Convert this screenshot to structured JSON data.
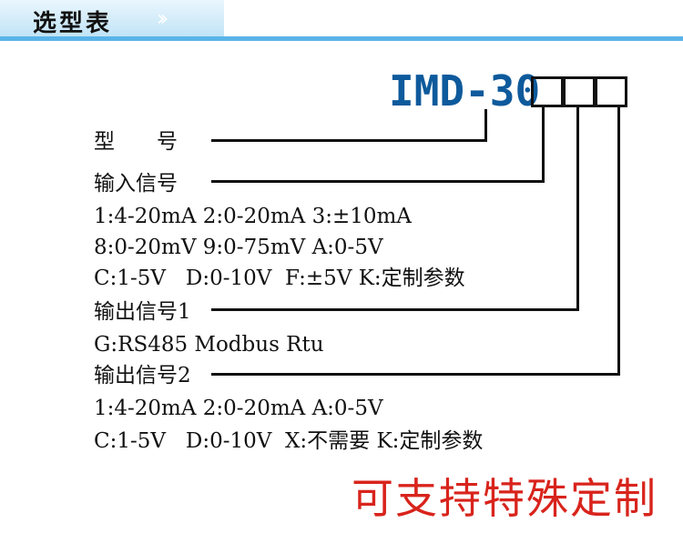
{
  "header": {
    "title": "选型表",
    "chevrons": "››"
  },
  "model_code": "IMD-30",
  "code_boxes": 3,
  "fields": {
    "model_label": "型　　号",
    "input_label": "输入信号",
    "input_opt1": "1:4-20mA 2:0-20mA 3:±10mA",
    "input_opt2": "8:0-20mV 9:0-75mV A:0-5V",
    "input_opt3": "C:1-5V   D:0-10V  F:±5V K:定制参数",
    "output1_label": "输出信号1",
    "output1_opt1": "G:RS485 Modbus Rtu",
    "output2_label": "输出信号2",
    "output2_opt1": "1:4-20mA 2:0-20mA A:0-5V",
    "output2_opt2": "C:1-5V   D:0-10V  X:不需要 K:定制参数"
  },
  "custom_note": "可支持特殊定制",
  "colors": {
    "accent_blue": "#0e5a9c",
    "header_line": "#5ab4e8",
    "note_red": "#d8241c"
  }
}
